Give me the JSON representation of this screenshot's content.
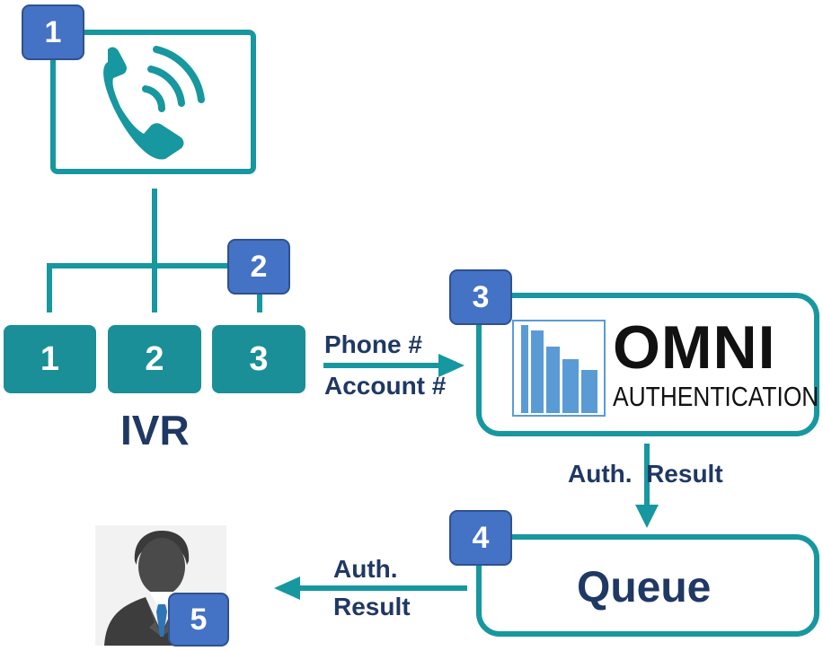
{
  "badges": [
    "1",
    "2",
    "3",
    "4",
    "5"
  ],
  "ivr": {
    "keys": [
      "1",
      "2",
      "3"
    ],
    "label": "IVR"
  },
  "flow": {
    "phone_label": "Phone #",
    "account_label": "Account #",
    "auth_result_label": "Auth.  Result",
    "auth_label_line1": "Auth.",
    "auth_label_line2": "Result"
  },
  "omni": {
    "title": "OMNI",
    "subtitle": "AUTHENTICATION"
  },
  "queue": {
    "label": "Queue"
  },
  "icons": [
    "phone-icon",
    "agent-icon",
    "omni-logo-icon"
  ],
  "colors": {
    "teal": "#17979f",
    "badge_blue": "#4472c4",
    "text_navy": "#1f3864",
    "logo_blue": "#5b9bd5"
  }
}
